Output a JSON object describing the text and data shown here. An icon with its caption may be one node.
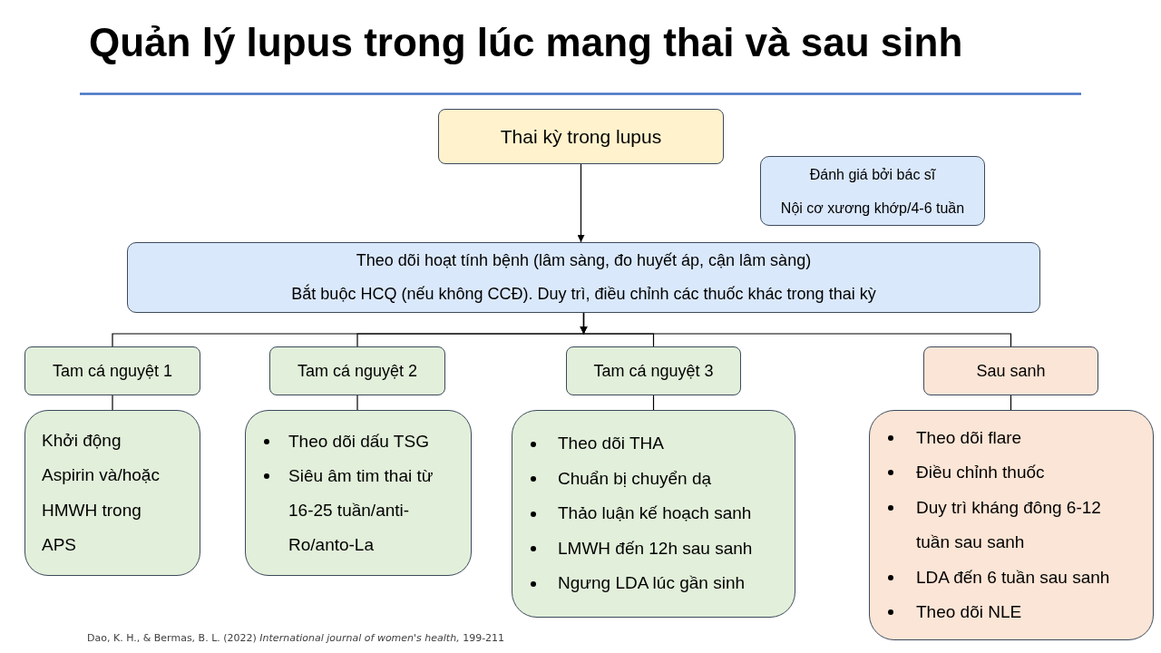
{
  "diagram": {
    "title": "Quản lý lupus trong lúc mang thai và sau sinh",
    "nodes": [
      {
        "text": [
          "Thai kỳ trong lupus"
        ]
      },
      {
        "text": [
          "Đánh giá bởi bác sĩ",
          "Nội cơ xương khớp/4-6 tuần"
        ]
      },
      {
        "text": [
          "Theo dõi hoạt tính bệnh (lâm sàng, đo huyết áp, cận lâm sàng)",
          "Bắt buộc HCQ (nếu không CCĐ). Duy trì, điều chỉnh các thuốc khác trong thai kỳ"
        ]
      },
      {
        "text": [
          "Tam cá nguyệt 1"
        ]
      },
      {
        "text": [
          "Tam cá nguyệt 2"
        ]
      },
      {
        "text": [
          "Tam cá nguyệt 3"
        ]
      },
      {
        "text": [
          "Sau sanh"
        ]
      },
      {
        "text": [
          "Khởi động Aspirin và/hoặc HMWH trong APS"
        ]
      },
      {
        "text": [
          "Theo dõi dấu TSG",
          "Siêu âm tim thai từ 16-25 tuần/anti-Ro/anto-La"
        ]
      },
      {
        "text": [
          "Theo dõi THA",
          "Chuẩn bị chuyển dạ",
          "Thảo luận kế hoạch sanh",
          "LMWH đến 12h sau sanh",
          "Ngưng LDA lúc gần sinh"
        ]
      },
      {
        "text": [
          "Theo dõi flare",
          "Điều chỉnh thuốc",
          "Duy trì kháng đông 6-12 tuần sau sanh",
          "LDA đến 6 tuần sau sanh",
          "Theo dõi NLE"
        ]
      }
    ],
    "edges": [
      {
        "from": 0,
        "to": 2,
        "arrow": "to"
      },
      {
        "from": 2,
        "to": 3,
        "arrow": "to"
      },
      {
        "from": 2,
        "to": 4,
        "arrow": "to"
      },
      {
        "from": 2,
        "to": 5,
        "arrow": "to"
      },
      {
        "from": 2,
        "to": 6,
        "arrow": "to"
      },
      {
        "from": 3,
        "to": 7,
        "arrow": "none"
      },
      {
        "from": 4,
        "to": 8,
        "arrow": "none"
      },
      {
        "from": 5,
        "to": 9,
        "arrow": "none"
      },
      {
        "from": 6,
        "to": 10,
        "arrow": "none"
      }
    ],
    "labels": [
      "Dao, K. H., & Bermas, B. L. (2022) *International journal of women's health,* 199-211"
    ]
  }
}
